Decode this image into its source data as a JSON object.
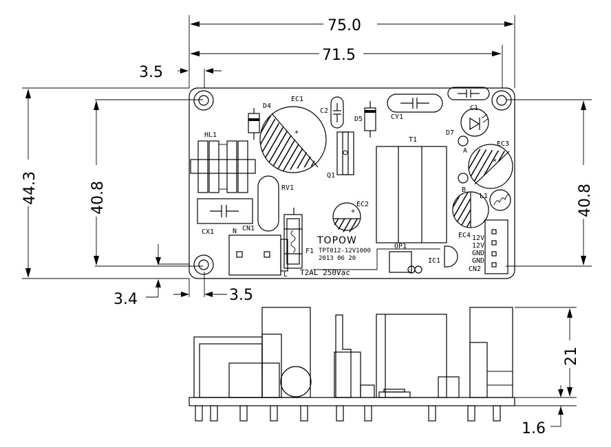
{
  "dimensions": {
    "width_overall": "75.0",
    "width_holes": "71.5",
    "hole_offset_top_x": "3.5",
    "height_overall": "44.3",
    "height_holes_left": "40.8",
    "height_holes_right": "40.8",
    "hole_offset_bottom_y": "3.4",
    "hole_offset_bottom_x": "3.5",
    "side_height": "21",
    "pcb_thickness": "1.6"
  },
  "components": {
    "hl1": "HL1",
    "d4": "D4",
    "ec1": "EC1",
    "c2": "C2",
    "d5": "D5",
    "cy1": "CY1",
    "c1": "C1",
    "d7": "D7",
    "a": "A",
    "ec3": "EC3",
    "t1": "T1",
    "q1": "Q1",
    "rv1": "RV1",
    "b": "B",
    "l1": "L1",
    "ec2": "EC2",
    "ec4": "EC4",
    "cx1": "CX1",
    "n": "N",
    "cn1": "CN1",
    "f1": "F1",
    "op1": "OP1",
    "ic1": "IC1",
    "l": "L",
    "cn2": "CN2",
    "pin1": "12V",
    "pin2": "12V",
    "pin3": "GND",
    "pin4": "GND"
  },
  "board": {
    "brand": "TOPOW",
    "model": "TPT012-12V1000",
    "date": "2013 06 20",
    "fuse_rating": "T2AL 250Vac"
  }
}
